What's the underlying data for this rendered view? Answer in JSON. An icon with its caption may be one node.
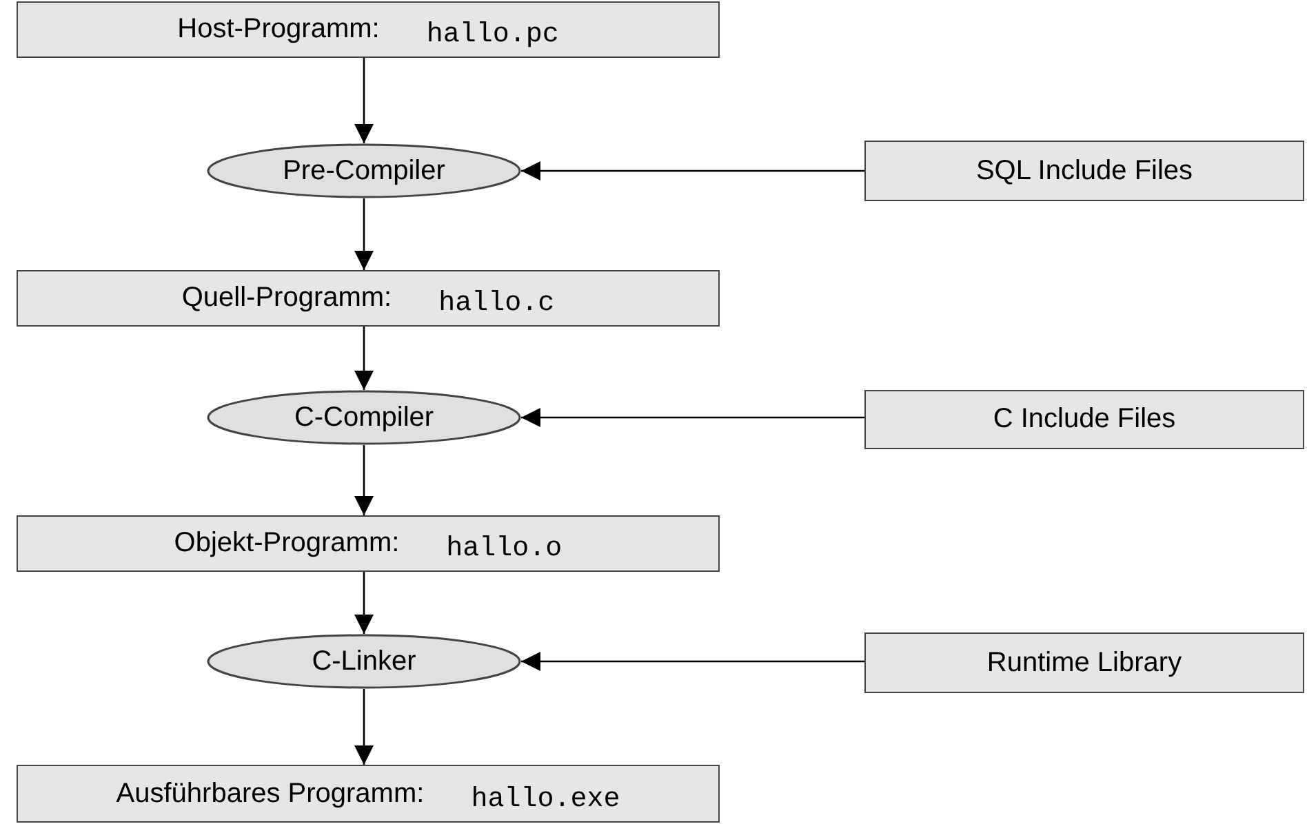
{
  "diagram": {
    "nodes": [
      {
        "text": [
          "Host-Programm:",
          "hallo.pc"
        ]
      },
      {
        "text": [
          "Pre-Compiler"
        ]
      },
      {
        "text": [
          "SQL Include Files"
        ]
      },
      {
        "text": [
          "Quell-Programm:",
          "hallo.c"
        ]
      },
      {
        "text": [
          "C-Compiler"
        ]
      },
      {
        "text": [
          "C Include Files"
        ]
      },
      {
        "text": [
          "Objekt-Programm:",
          "hallo.o"
        ]
      },
      {
        "text": [
          "C-Linker"
        ]
      },
      {
        "text": [
          "Runtime Library"
        ]
      },
      {
        "text": [
          "Ausführbares Programm:",
          "hallo.exe"
        ]
      }
    ],
    "edges": [
      {
        "from": 0,
        "to": 1,
        "arrow": "to"
      },
      {
        "from": 2,
        "to": 1,
        "arrow": "to"
      },
      {
        "from": 1,
        "to": 3,
        "arrow": "to"
      },
      {
        "from": 3,
        "to": 4,
        "arrow": "to"
      },
      {
        "from": 5,
        "to": 4,
        "arrow": "to"
      },
      {
        "from": 4,
        "to": 6,
        "arrow": "to"
      },
      {
        "from": 6,
        "to": 7,
        "arrow": "to"
      },
      {
        "from": 8,
        "to": 7,
        "arrow": "to"
      },
      {
        "from": 7,
        "to": 9,
        "arrow": "to"
      }
    ]
  }
}
